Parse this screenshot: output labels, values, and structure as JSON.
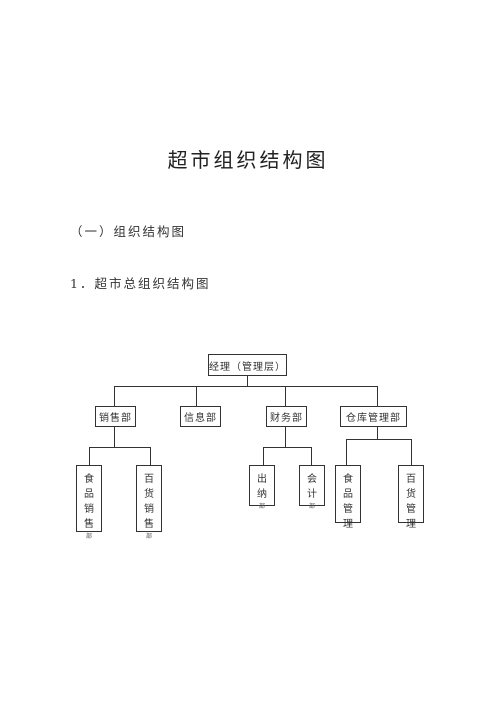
{
  "document": {
    "title": "超市组织结构图",
    "section_heading": "（一）组织结构图",
    "subsection_heading": "1．超市总组织结构图"
  },
  "org_chart": {
    "root": "经理（管理层）",
    "departments": [
      "销售部",
      "信息部",
      "财务部",
      "仓库管理部"
    ],
    "sales_units": [
      {
        "chars": [
          "食",
          "品",
          "销",
          "售"
        ],
        "suffix": "部"
      },
      {
        "chars": [
          "百",
          "货",
          "销",
          "售"
        ],
        "suffix": "部"
      }
    ],
    "finance_units": [
      {
        "chars": [
          "出",
          "纳"
        ],
        "suffix": "部"
      },
      {
        "chars": [
          "会",
          "计"
        ],
        "suffix": "部"
      }
    ],
    "warehouse_units": [
      {
        "chars": [
          "食",
          "品",
          "管",
          "理"
        ]
      },
      {
        "chars": [
          "百",
          "货",
          "管",
          "理"
        ]
      }
    ]
  }
}
